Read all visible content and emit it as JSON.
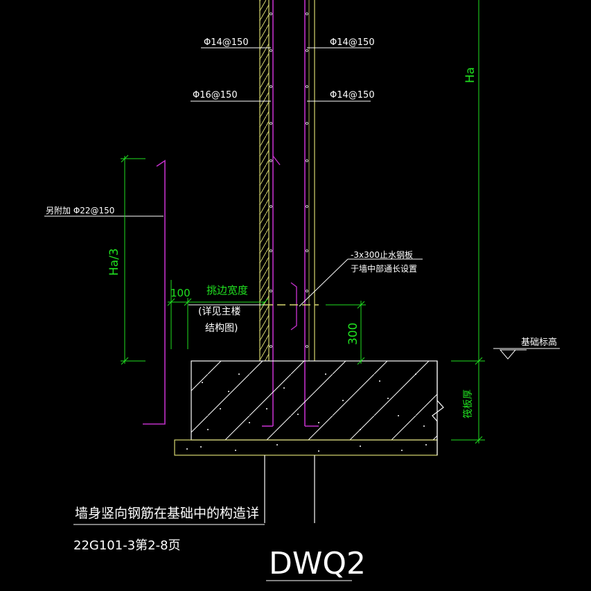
{
  "colors": {
    "background": "#000000",
    "wall": "#d8d870",
    "rebar": "#c030c8",
    "dimension": "#20e020",
    "text": "#ffffff",
    "concrete": "#ffffff",
    "note_text": "#30f030"
  },
  "rebar_labels": {
    "left_top": "Φ14@150",
    "right_top": "Φ14@150",
    "left_mid": "Φ16@150",
    "right_mid": "Φ14@150",
    "additional": "另附加 Φ22@150"
  },
  "dimensions": {
    "ha": "Ha",
    "ha_third": "Ha/3",
    "hundred": "100",
    "three_hundred": "300",
    "raft_thickness": "筏板厚"
  },
  "notes": {
    "overhang_width": "挑边宽度",
    "see_main_1": "(详见主楼",
    "see_main_2": "结构图)",
    "waterstop_1": "-3x300止水钢板",
    "waterstop_2": "于墙中部通长设置",
    "base_elevation": "基础标高"
  },
  "title": {
    "main": "墙身竖向钢筋在基础中的构造详",
    "ref": "22G101-3第2-8页",
    "code": "DWQ2"
  }
}
